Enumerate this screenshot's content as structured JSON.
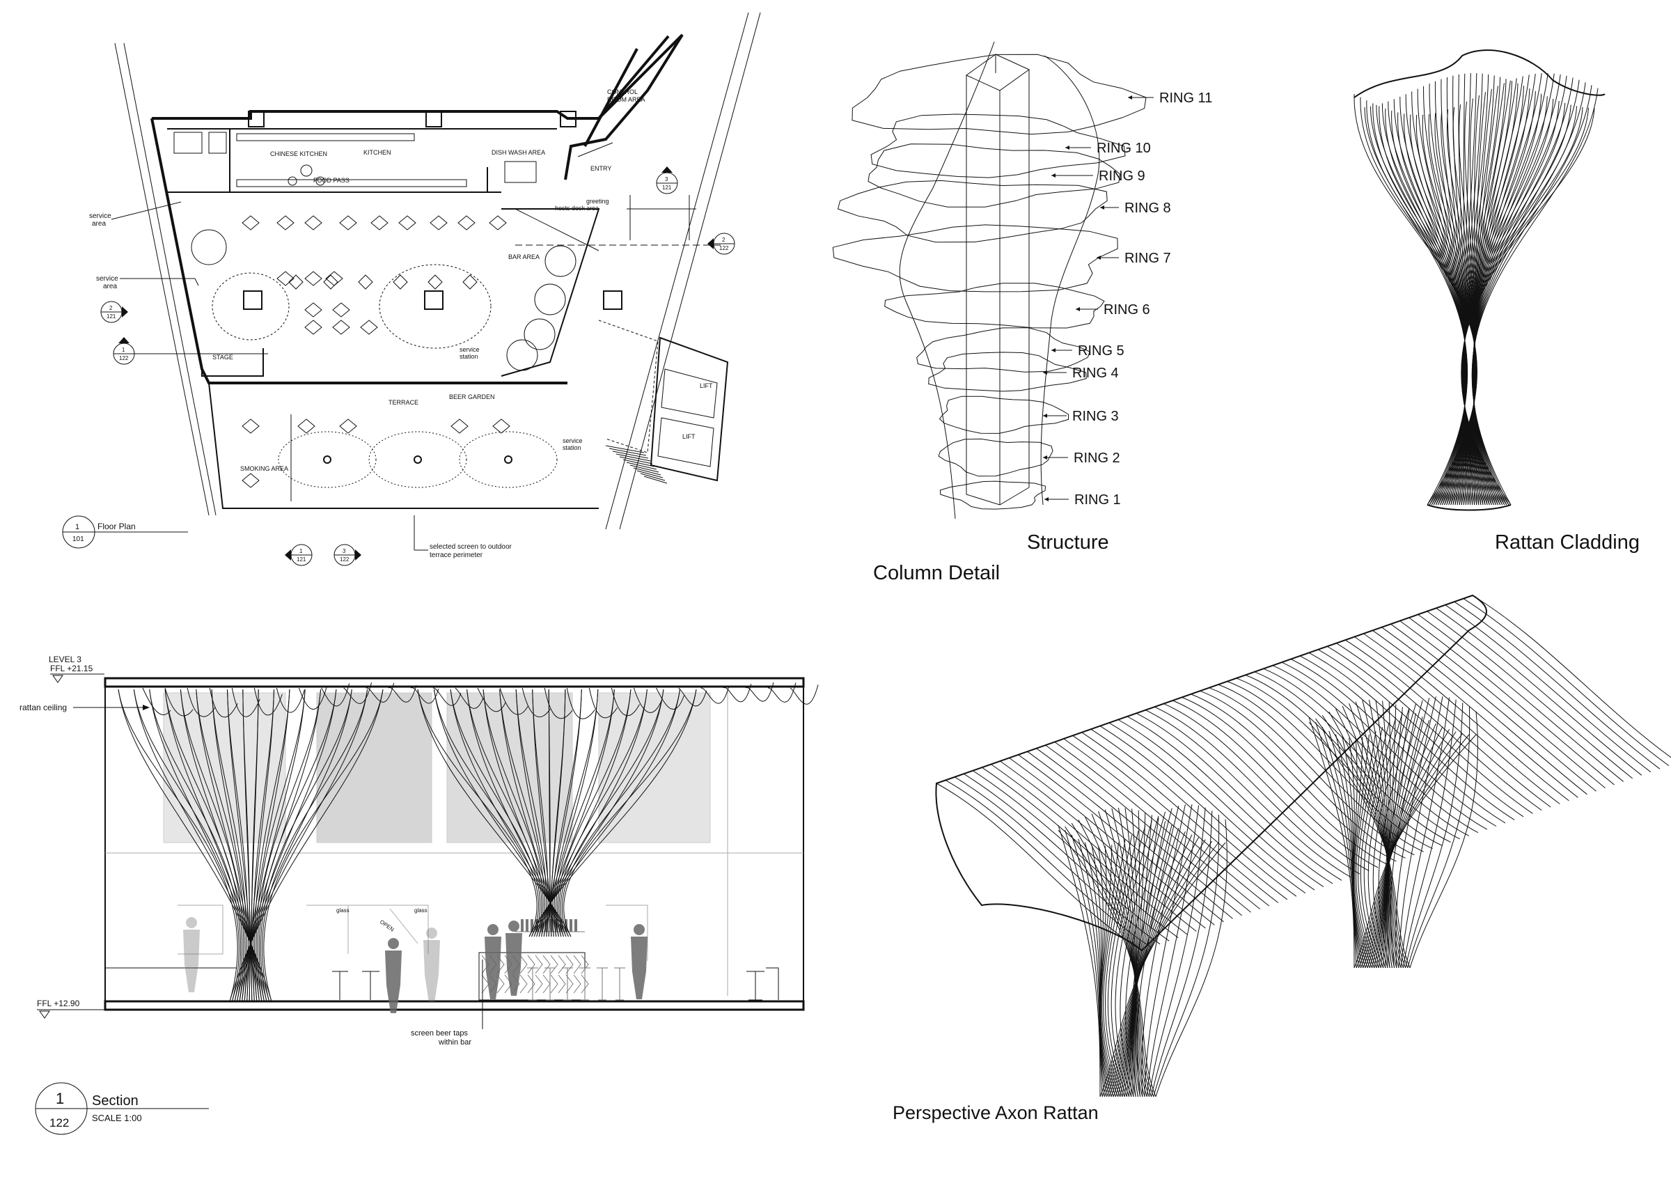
{
  "floor_plan": {
    "rooms": {
      "control_room_area": [
        "CONTROL",
        "ROOM AREA"
      ],
      "chinese_kitchen": "CHINESE KITCHEN",
      "kitchen": "KITCHEN",
      "dish_wash_area": "DISH WASH AREA",
      "food_pass": "FOOD PASS",
      "entry": "ENTRY",
      "hosts_desk": "hosts desk",
      "greeting_area": [
        "greeting",
        "area"
      ],
      "bar_area": "BAR AREA",
      "stage": "STAGE",
      "service_station": [
        "service",
        "station"
      ],
      "lift": "LIFT",
      "terrace": "TERRACE",
      "beer_garden": "BEER GARDEN",
      "smoking_area": "SMOKING AREA"
    },
    "service_area_label": [
      "service",
      "area"
    ],
    "screen_note": [
      "selected screen to outdoor",
      "terrace perimeter"
    ],
    "title_tag": {
      "number": "1",
      "sheet": "101",
      "label": "Floor Plan"
    },
    "section_markers": [
      {
        "number": "2",
        "sheet": "121"
      },
      {
        "number": "1",
        "sheet": "122"
      },
      {
        "number": "2",
        "sheet": "122"
      },
      {
        "number": "3",
        "sheet": "121"
      },
      {
        "number": "1",
        "sheet": "121"
      },
      {
        "number": "3",
        "sheet": "122"
      }
    ]
  },
  "column_detail": {
    "title": "Column Detail",
    "structure_label": "Structure",
    "cladding_label": "Rattan Cladding",
    "rings": [
      "RING 11",
      "RING 10",
      "RING 9",
      "RING 8",
      "RING 7",
      "RING 6",
      "RING 5",
      "RING 4",
      "RING 3",
      "RING 2",
      "RING 1"
    ]
  },
  "axon": {
    "title": "Perspective Axon Rattan"
  },
  "section": {
    "level_label": "LEVEL 3",
    "ffl_top": "FFL +21.15",
    "ffl_bottom": "FFL +12.90",
    "rattan_ceiling": "rattan ceiling",
    "beer_taps_note": [
      "screen beer taps",
      "within bar"
    ],
    "glass_label_1": "glass",
    "glass_label_2": "glass",
    "open_label": "OPEN",
    "title_tag": {
      "number": "1",
      "sheet": "122",
      "label": "Section",
      "scale": "SCALE 1:00"
    }
  }
}
